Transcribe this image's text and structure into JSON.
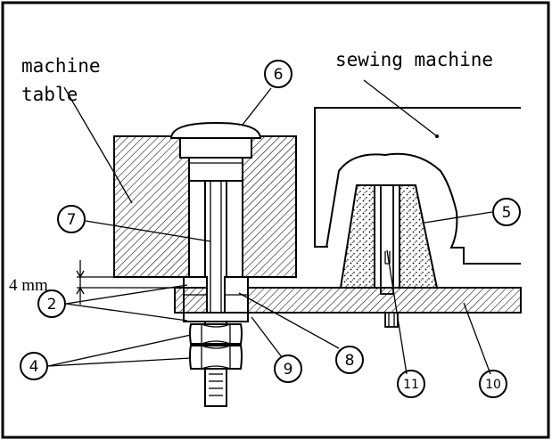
{
  "labels": {
    "machine_table_line1": "machine",
    "machine_table_line2": "table",
    "sewing_machine": "sewing machine",
    "gap_dimension": "4 mm"
  },
  "callouts": {
    "c2": "2",
    "c4": "4",
    "c5": "5",
    "c6": "6",
    "c7": "7",
    "c8": "8",
    "c9": "9",
    "c10": "10",
    "c11": "11"
  },
  "colors": {
    "ink": "#000000",
    "paper": "#ffffff"
  }
}
